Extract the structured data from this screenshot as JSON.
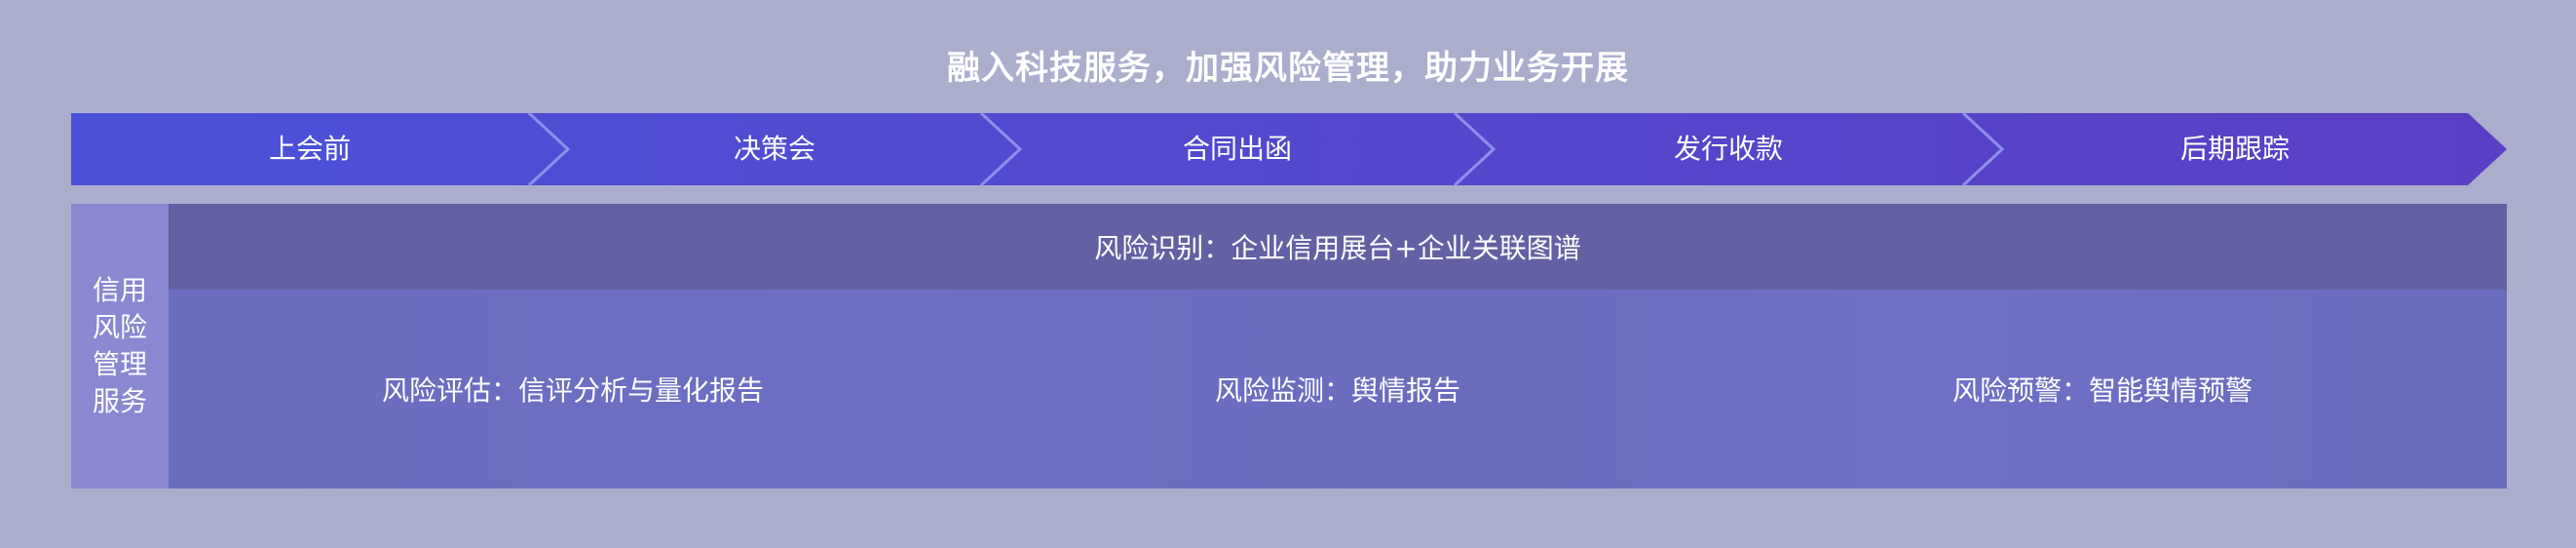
{
  "title": "融入科技服务，加强风险管理，助力业务开展",
  "stages": [
    {
      "label": "上会前"
    },
    {
      "label": "决策会"
    },
    {
      "label": "合同出函"
    },
    {
      "label": "发行收款"
    },
    {
      "label": "后期跟踪"
    }
  ],
  "panel": {
    "side_label": "信用风险管理服务",
    "identification": "风险识别：企业信用展台+企业关联图谱",
    "items": [
      {
        "label": "风险评估：信评分析与量化报告"
      },
      {
        "label": "风险监测：舆情报告"
      },
      {
        "label": "风险预警：智能舆情预警"
      }
    ]
  },
  "colors": {
    "background": "#abadcd",
    "arrow_start": "#4b52d8",
    "arrow_end": "#5a3fc4",
    "side": "#8988d1",
    "identification_bar": "#6361a4",
    "body": "#6a6cbd"
  }
}
